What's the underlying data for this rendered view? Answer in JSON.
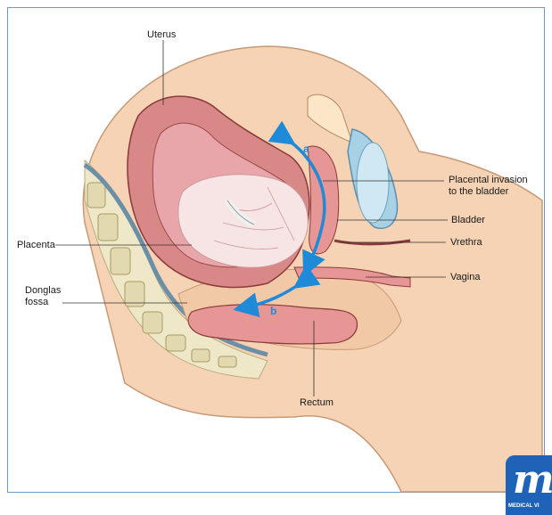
{
  "labels": {
    "uterus": "Uterus",
    "placental_invasion_line1": "Placental invasion",
    "placental_invasion_line2": "to the bladder",
    "bladder": "Bladder",
    "vrethra": "Vrethra",
    "vagina": "Vagina",
    "placenta": "Placenta",
    "donglas_line1": "Donglas",
    "donglas_line2": "fossa",
    "rectum": "Rectum"
  },
  "arrows": {
    "a": "a",
    "b": "b"
  },
  "logo": {
    "mark": "m",
    "text": "MEDICAL VI"
  },
  "colors": {
    "skin": "#f5d3b4",
    "uterus_wall": "#d98888",
    "placenta": "#f7e4e4",
    "arrow": "#1f8ad8",
    "bone": "#e2d9b0",
    "brand": "#1e63b8"
  }
}
